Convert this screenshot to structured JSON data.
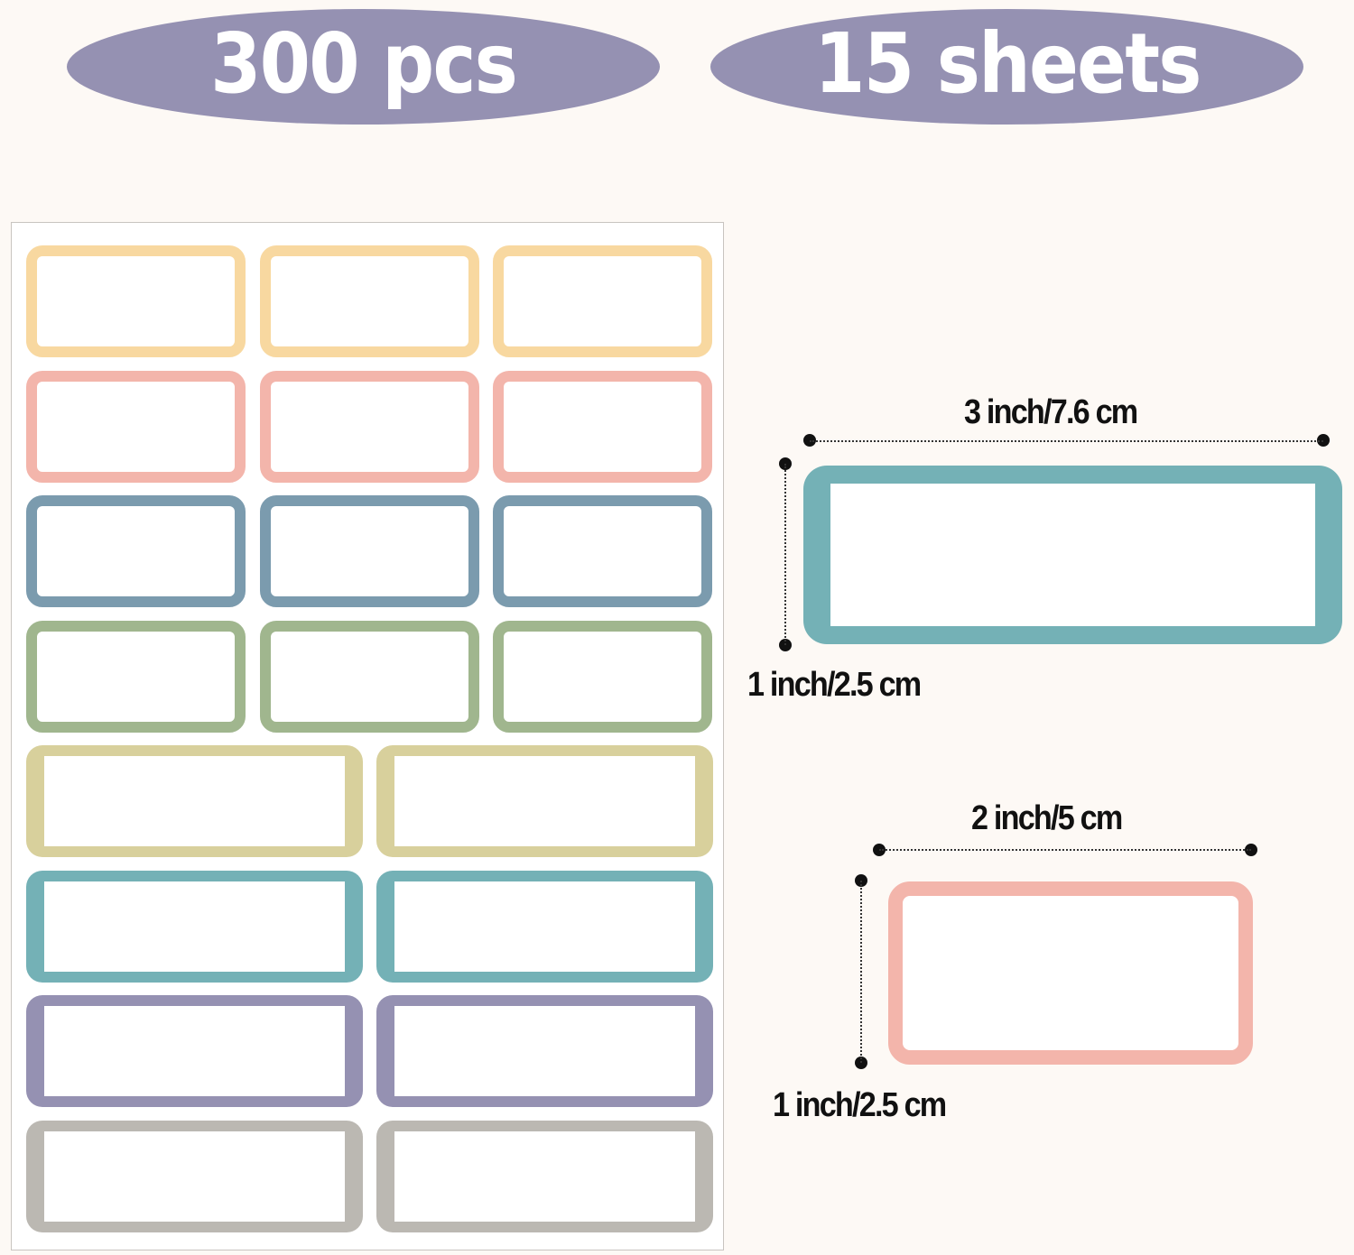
{
  "badges": {
    "count": "300 pcs",
    "sheets": "15 sheets"
  },
  "colors": {
    "background": "#fdf9f5",
    "badge": "#9591b2",
    "yellow": "#f8d8a0",
    "pink": "#f3b5ab",
    "blue": "#7b9bae",
    "green": "#a0b68e",
    "khaki": "#d8d09c",
    "teal": "#74b1b6",
    "purple": "#9591b2",
    "gray": "#bbb8b2"
  },
  "sheet": {
    "rows_small": [
      {
        "color": "yellow",
        "count": 3
      },
      {
        "color": "pink",
        "count": 3
      },
      {
        "color": "blue",
        "count": 3
      },
      {
        "color": "green",
        "count": 3
      }
    ],
    "rows_large": [
      {
        "color": "khaki",
        "count": 2
      },
      {
        "color": "teal",
        "count": 2
      },
      {
        "color": "purple",
        "count": 2
      },
      {
        "color": "gray",
        "count": 2
      }
    ]
  },
  "dimensions": {
    "large": {
      "width": "3 inch/7.6 cm",
      "height": "1 inch/2.5 cm",
      "color": "teal"
    },
    "small": {
      "width": "2 inch/5 cm",
      "height": "1 inch/2.5 cm",
      "color": "pink"
    }
  }
}
